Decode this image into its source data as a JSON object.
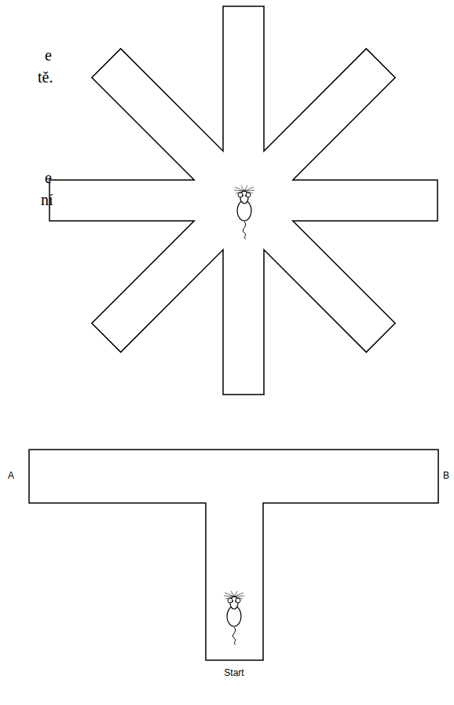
{
  "diagram": {
    "labels": [
      "e",
      "tě.",
      "e",
      "ní",
      "A",
      "B",
      "Start"
    ]
  }
}
